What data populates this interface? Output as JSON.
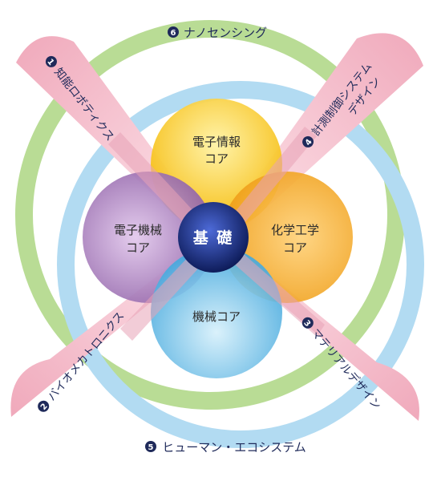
{
  "center": {
    "label": "基 礎"
  },
  "cores": {
    "top": {
      "line1": "電子情報",
      "line2": "コア"
    },
    "right": {
      "line1": "化学工学",
      "line2": "コア"
    },
    "bottom": {
      "line1": "機械コア",
      "line2": ""
    },
    "left": {
      "line1": "電子機械",
      "line2": "コア"
    }
  },
  "rings": {
    "outer_top": {
      "num": "6",
      "label": "ナノセンシング"
    },
    "outer_bottom": {
      "num": "5",
      "label": "ヒューマン・エコシステム"
    }
  },
  "petals": {
    "p1": {
      "num": "1",
      "label": "知能ロボティクス"
    },
    "p2": {
      "num": "2",
      "label": "バイオメカトロニクス"
    },
    "p3": {
      "num": "3",
      "label": "マテリアルデザイン"
    },
    "p4": {
      "num": "4",
      "line1": "計測制御システム",
      "line2": "デザイン"
    }
  },
  "colors": {
    "green_ring": "#b5d98e",
    "blue_ring": "#a9d6f0",
    "petal_pink": "#f2b6c4",
    "core_yellow": "#f7c21b",
    "core_orange": "#f0a21a",
    "core_purple": "#9b6fb0",
    "core_blue": "#5ab3e0",
    "center_navy": "#1b2f7a"
  }
}
